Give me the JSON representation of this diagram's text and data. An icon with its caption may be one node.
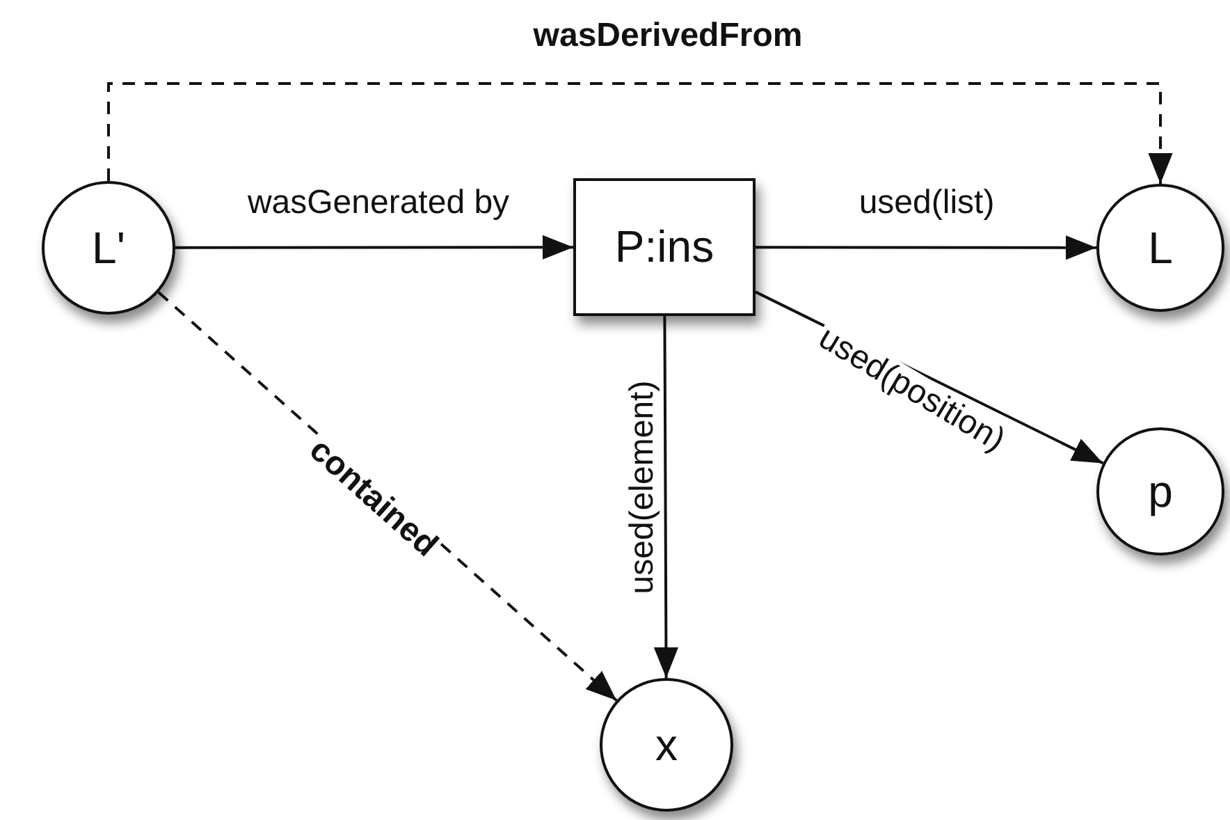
{
  "diagram": {
    "nodes": [
      {
        "text": [
          "L'"
        ]
      },
      {
        "text": [
          "P:ins"
        ]
      },
      {
        "text": [
          "L"
        ]
      },
      {
        "text": [
          "p"
        ]
      },
      {
        "text": [
          "x"
        ]
      }
    ],
    "edges": [
      {
        "from": 0,
        "to": 2,
        "arrow": "to",
        "label": "wasDerivedFrom",
        "style": "dashed"
      },
      {
        "from": 0,
        "to": 1,
        "arrow": "to",
        "label": "wasGenerated by"
      },
      {
        "from": 1,
        "to": 2,
        "arrow": "to",
        "label": "used(list)"
      },
      {
        "from": 1,
        "to": 3,
        "arrow": "to",
        "label": "used(position)"
      },
      {
        "from": 1,
        "to": 4,
        "arrow": "to",
        "label": "used(element)"
      },
      {
        "from": 0,
        "to": 4,
        "arrow": "to",
        "label": "contained",
        "style": "dashed"
      }
    ]
  }
}
